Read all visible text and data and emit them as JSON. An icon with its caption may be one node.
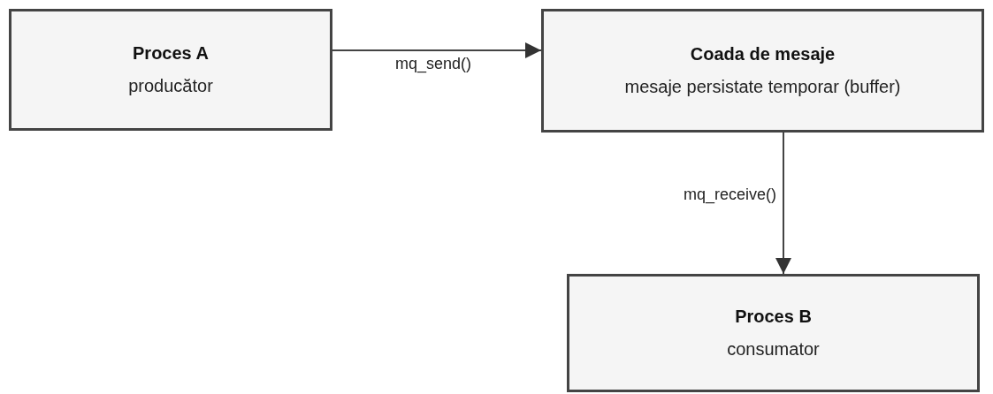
{
  "diagram": {
    "nodes": [
      {
        "text": [
          "Proces A",
          "producător"
        ]
      },
      {
        "text": [
          "Coada de mesaje",
          "mesaje persistate temporar (buffer)"
        ]
      },
      {
        "text": [
          "Proces B",
          "consumator"
        ]
      }
    ],
    "edges": [
      {
        "from": 0,
        "to": 1,
        "arrow": "to",
        "label": "mq_send()"
      },
      {
        "from": 1,
        "to": 2,
        "arrow": "to",
        "label": "mq_receive()"
      }
    ]
  }
}
